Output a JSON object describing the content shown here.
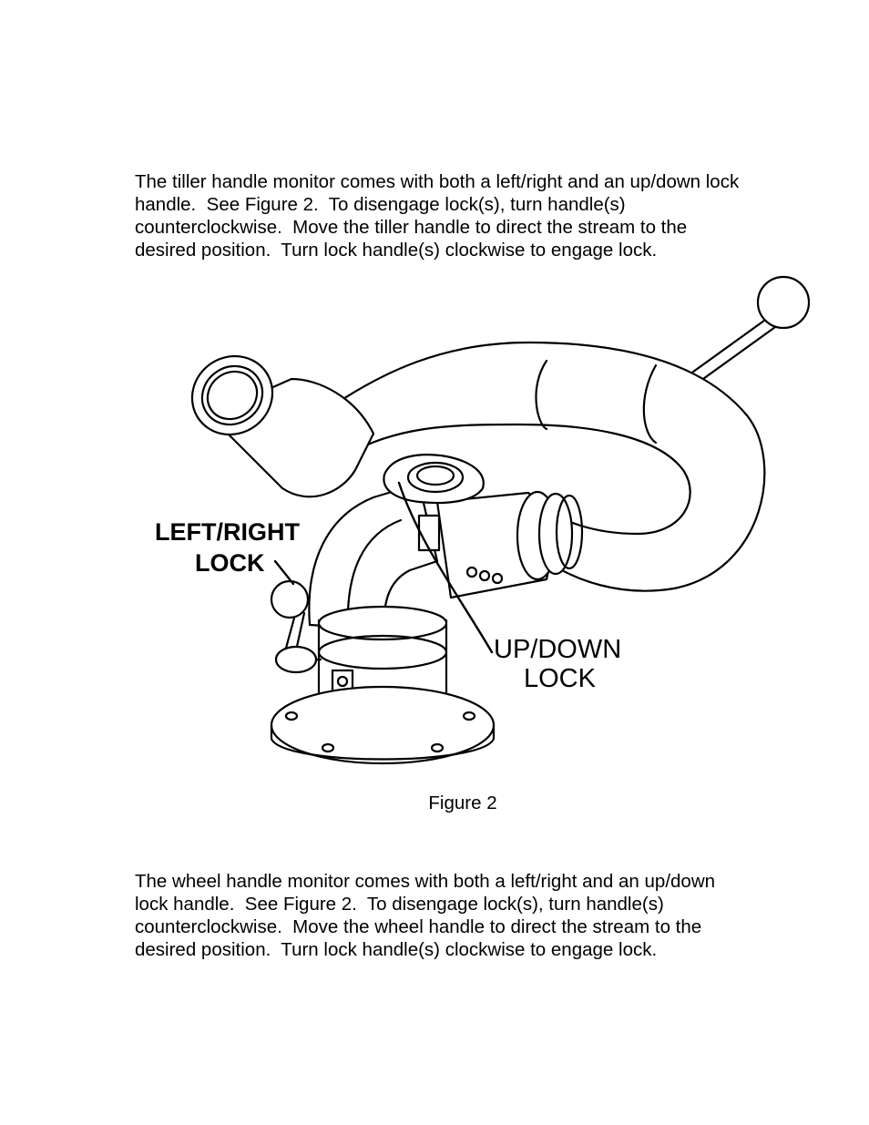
{
  "paragraphs": [
    {
      "lines": [
        "The tiller handle monitor comes with both a left/right and an up/down lock",
        "handle.  See Figure 2.  To disengage lock(s), turn handle(s)",
        "counterclockwise.  Move the tiller handle to direct the stream to the",
        "desired position.  Turn lock handle(s) clockwise to engage lock."
      ]
    },
    {
      "lines": [
        "The wheel handle monitor comes with both a left/right and an up/down",
        "lock handle.  See Figure 2.  To disengage lock(s), turn handle(s)",
        "counterclockwise.  Move the wheel handle to direct the stream to the",
        "desired position.  Turn lock handle(s) clockwise to engage lock."
      ]
    }
  ],
  "figure": {
    "caption": "Figure 2",
    "callouts": {
      "left_right_lock": [
        "LEFT/RIGHT",
        "LOCK"
      ],
      "up_down_lock": [
        "UP/DOWN",
        "LOCK"
      ]
    }
  }
}
